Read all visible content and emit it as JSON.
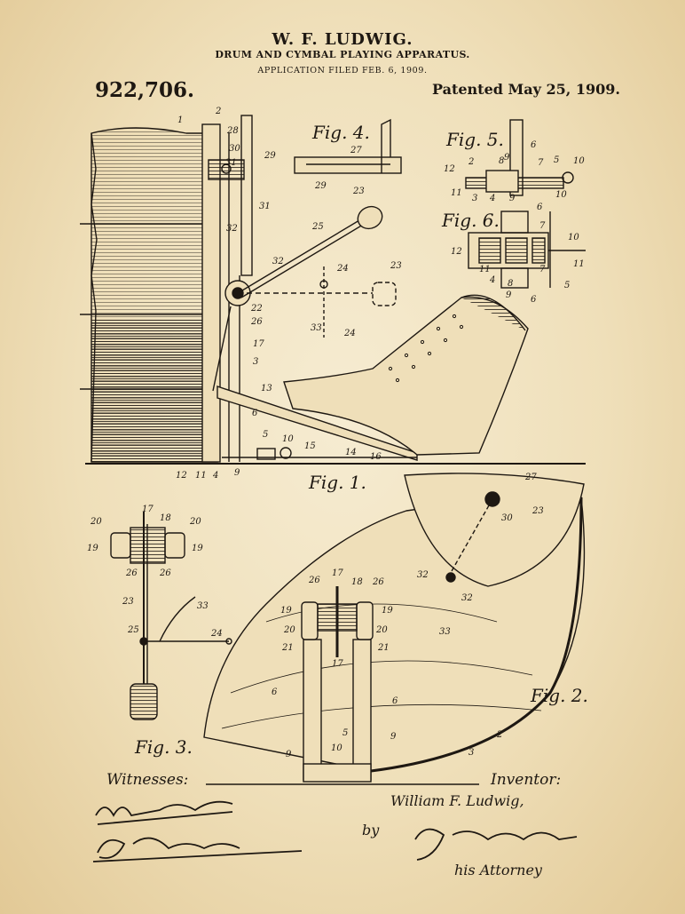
{
  "header": {
    "inventor": "W. F. LUDWIG.",
    "title": "DRUM AND CYMBAL PLAYING APPARATUS.",
    "filed": "APPLICATION FILED FEB. 6, 1909.",
    "patent_number": "922,706.",
    "patent_date": "Patented May 25, 1909."
  },
  "figures": {
    "fig1": "Fig. 1.",
    "fig2": "Fig. 2.",
    "fig3": "Fig. 3.",
    "fig4": "Fig. 4.",
    "fig5": "Fig. 5.",
    "fig6": "Fig. 6."
  },
  "footer": {
    "witnesses_label": "Witnesses:",
    "inventor_label": "Inventor:",
    "inventor_name": "William F. Ludwig,",
    "by": "by",
    "attorney_label": "his Attorney"
  },
  "colors": {
    "paper": "#efdfb9",
    "ink": "#1e1812"
  }
}
